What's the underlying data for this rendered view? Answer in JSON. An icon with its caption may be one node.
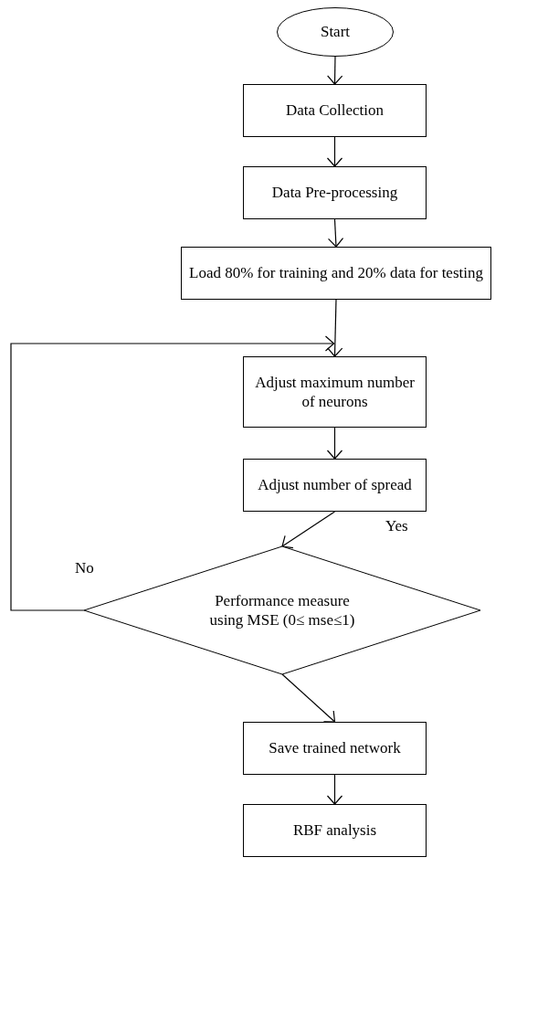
{
  "diagram": {
    "nodes": [
      {
        "text": [
          "Start"
        ]
      },
      {
        "text": [
          "Data Collection"
        ]
      },
      {
        "text": [
          "Data Pre-processing"
        ]
      },
      {
        "text": [
          "Load 80% for training and 20% data for testing"
        ]
      },
      {
        "text": [
          "Adjust maximum number of neurons"
        ]
      },
      {
        "text": [
          "Adjust number of spread"
        ]
      },
      {
        "text": [
          "Performance measure using MSE (0≤ mse≤1)"
        ]
      },
      {
        "text": [
          "Save trained network"
        ]
      },
      {
        "text": [
          "RBF analysis"
        ]
      }
    ],
    "edges": [
      {
        "from": 0,
        "to": 1,
        "arrow": "to"
      },
      {
        "from": 1,
        "to": 2,
        "arrow": "to"
      },
      {
        "from": 2,
        "to": 3,
        "arrow": "to"
      },
      {
        "from": 3,
        "to": 4,
        "arrow": "to"
      },
      {
        "from": 4,
        "to": 5,
        "arrow": "to"
      },
      {
        "from": 5,
        "to": 6,
        "arrow": "to"
      },
      {
        "from": 6,
        "to": 7,
        "arrow": "to"
      },
      {
        "from": 7,
        "to": 8,
        "arrow": "to"
      },
      {
        "from": 6,
        "to": 4,
        "arrow": "to",
        "label": "No"
      }
    ],
    "labels": [
      "Yes"
    ]
  }
}
